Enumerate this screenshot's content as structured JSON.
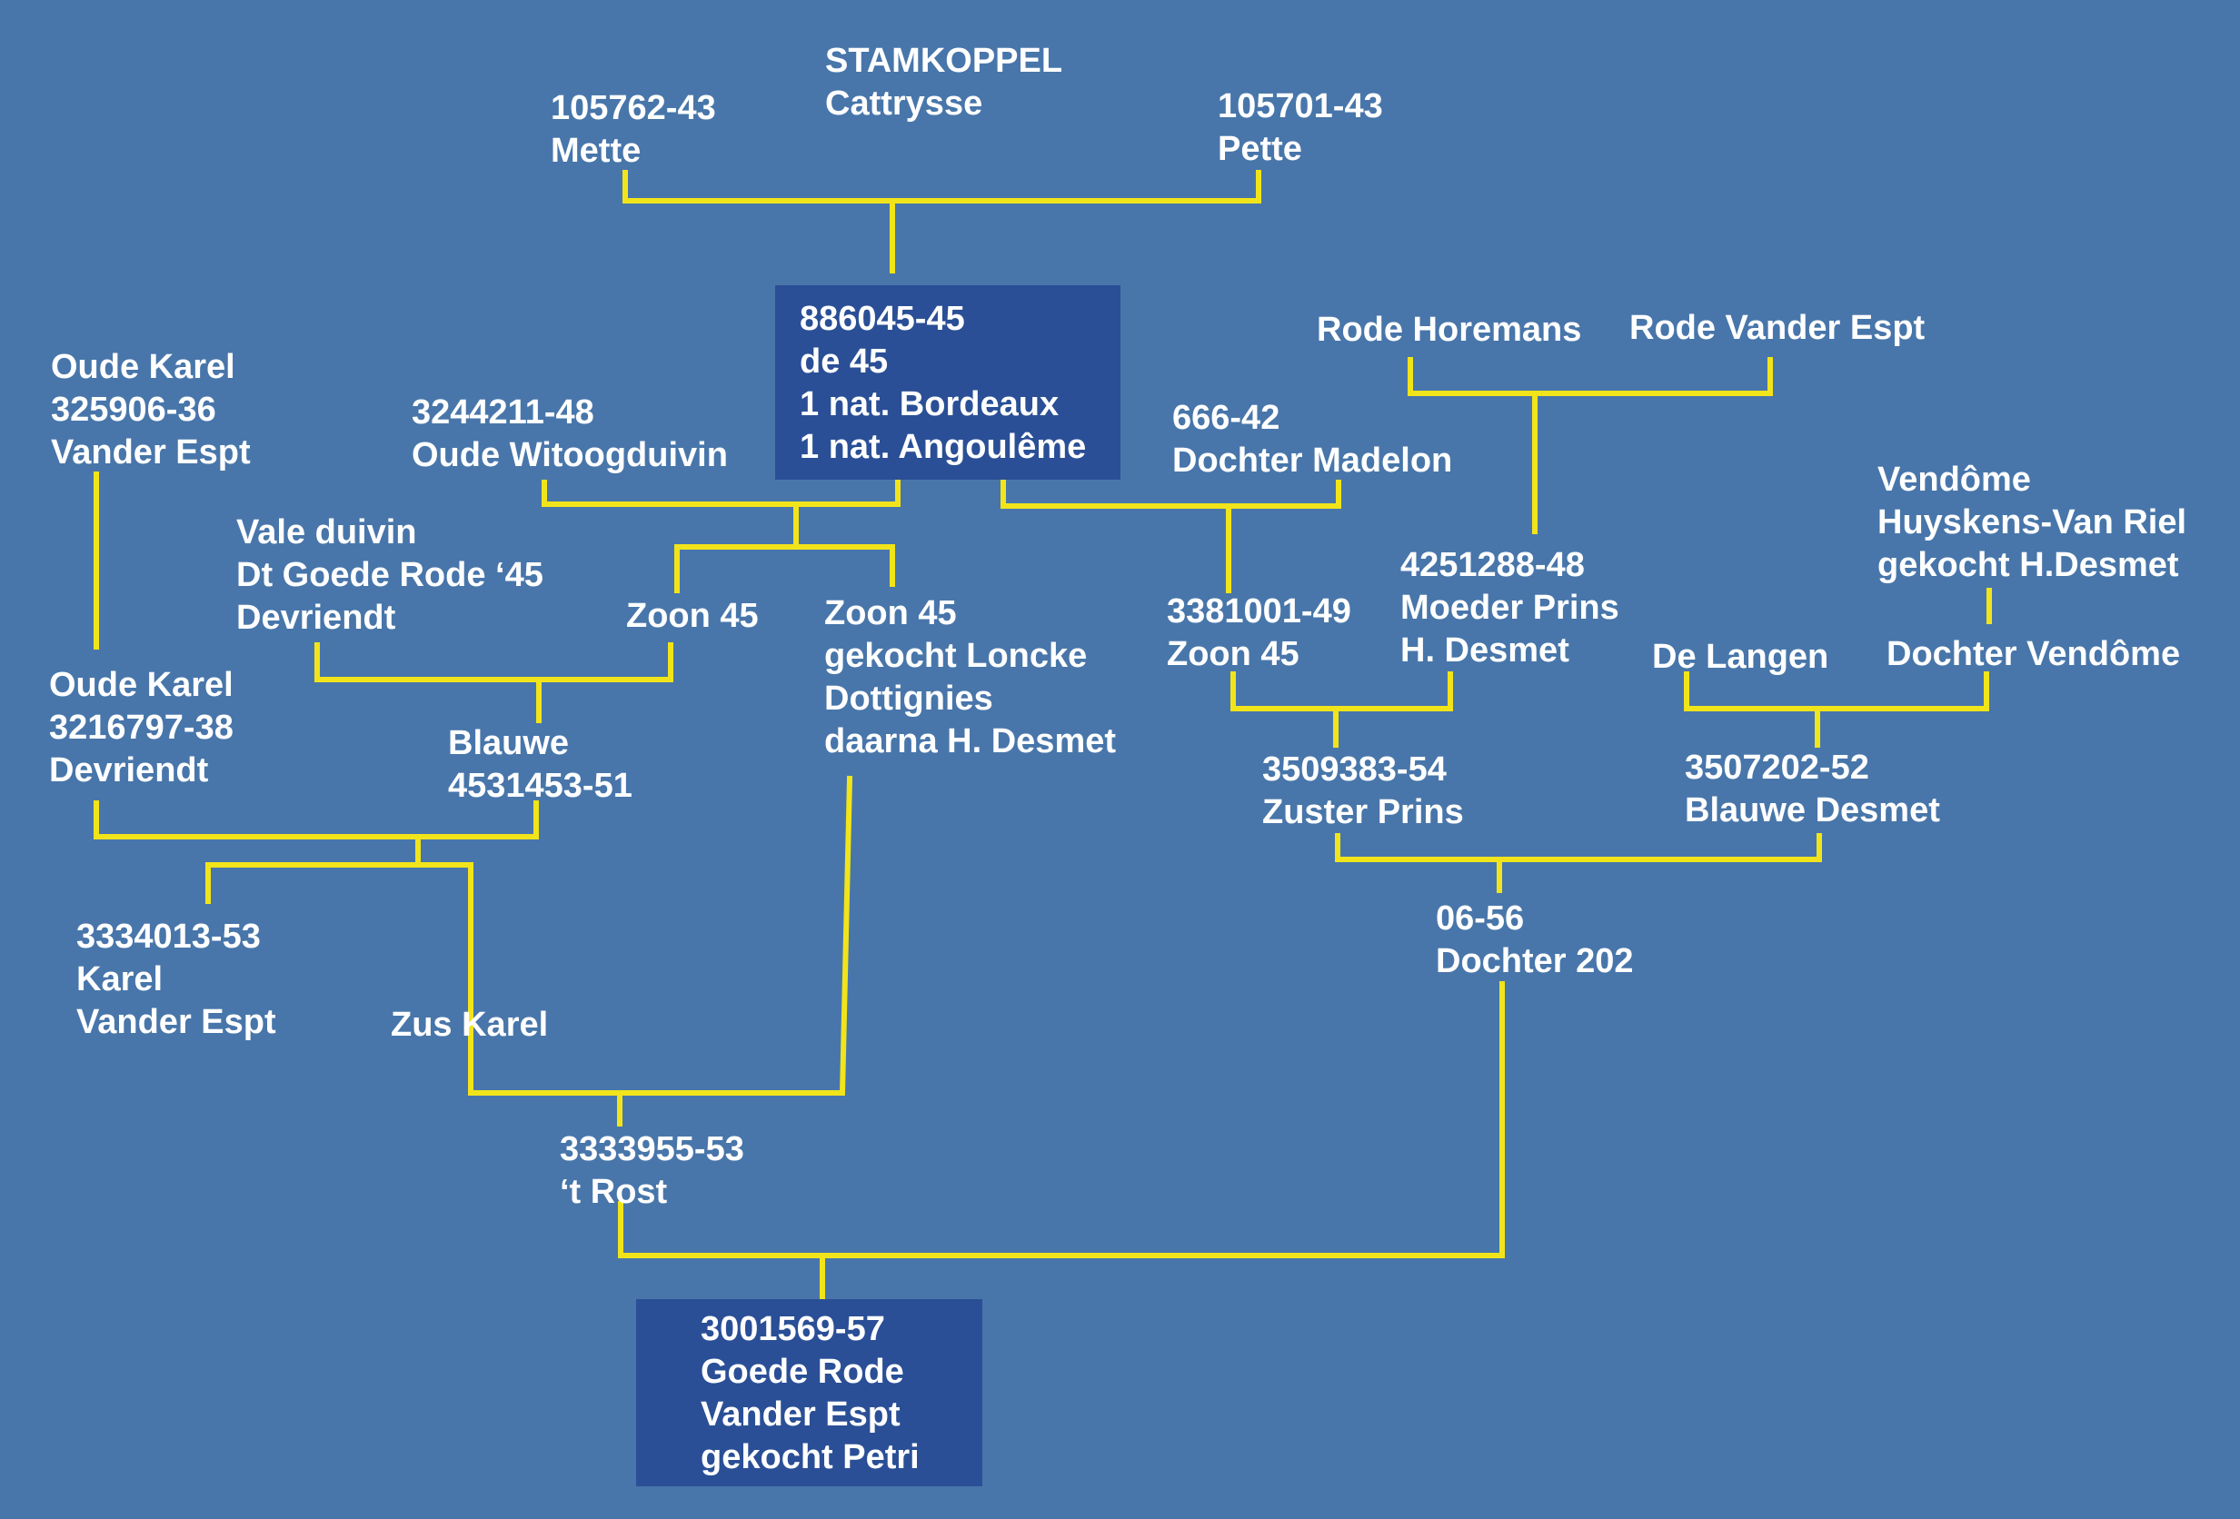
{
  "colors": {
    "background": "#4876aa",
    "line": "#f2e41a",
    "highlight_box": "#2a4f96",
    "text": "#ffffff"
  },
  "nodes": {
    "stamkoppel": [
      "STAMKOPPEL",
      "Cattrysse"
    ],
    "n105762": [
      "105762-43",
      "Mette"
    ],
    "n105701": [
      "105701-43",
      "Pette"
    ],
    "n886045": [
      "886045-45",
      "de 45",
      "1 nat. Bordeaux",
      "1 nat. Angoulême"
    ],
    "rode_horemans": [
      "Rode Horemans"
    ],
    "rode_vander_espt": [
      "Rode Vander Espt"
    ],
    "oude_karel_36": [
      "Oude Karel",
      "325906-36",
      "Vander Espt"
    ],
    "n3244211": [
      "3244211-48",
      "Oude Witoogduivin"
    ],
    "n666": [
      "666-42",
      "Dochter Madelon"
    ],
    "vendome": [
      "Vendôme",
      "Huyskens-Van Riel",
      "gekocht H.Desmet"
    ],
    "vale_duivin": [
      "Vale duivin",
      "Dt Goede Rode ‘45",
      "Devriendt"
    ],
    "zoon45_a": [
      "Zoon 45"
    ],
    "zoon45_b": [
      "Zoon 45",
      "gekocht Loncke",
      "Dottignies",
      "daarna H. Desmet"
    ],
    "n3381001": [
      "3381001-49",
      "Zoon 45"
    ],
    "n4251288": [
      "4251288-48",
      "Moeder Prins",
      "H. Desmet"
    ],
    "de_langen": [
      "De Langen"
    ],
    "dochter_vendome": [
      "Dochter Vendôme"
    ],
    "oude_karel_38": [
      "Oude Karel",
      "3216797-38",
      "Devriendt"
    ],
    "blauwe": [
      "Blauwe",
      "4531453-51"
    ],
    "n3509383": [
      "3509383-54",
      "Zuster Prins"
    ],
    "n3507202": [
      "3507202-52",
      "Blauwe Desmet"
    ],
    "n3334013": [
      "3334013-53",
      "Karel",
      "Vander Espt"
    ],
    "zus_karel": [
      "Zus Karel"
    ],
    "n0656": [
      "06-56",
      "Dochter 202"
    ],
    "n3333955": [
      "3333955-53",
      "‘t Rost"
    ],
    "n3001569": [
      "3001569-57",
      "Goede Rode",
      "Vander Espt",
      "gekocht Petri"
    ]
  }
}
